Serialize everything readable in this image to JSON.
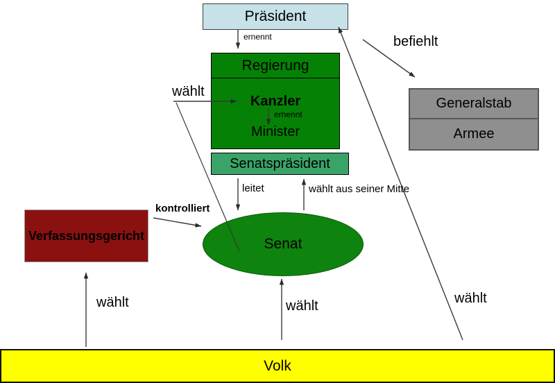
{
  "nodes": {
    "praesident": "Präsident",
    "regierung_title": "Regierung",
    "kanzler": "Kanzler",
    "minister": "Minister",
    "senatspraesident": "Senatspräsident",
    "senat": "Senat",
    "verfassungsgericht": "Verfassungsgericht",
    "generalstab": "Generalstab",
    "armee": "Armee",
    "volk": "Volk"
  },
  "edges": {
    "ernennt_praesident_regierung": "ernennt",
    "ernennt_kanzler_minister": "ernennt",
    "waehlt_senat_kanzler": "wählt",
    "befiehlt_praesident_generalstab": "befiehlt",
    "kontrolliert_verfassungsgericht_senat": "kontrolliert",
    "leitet_senatspraesident_senat": "leitet",
    "waehlt_aus_seiner_mitte": "wählt aus seiner Mitte",
    "waehlt_volk_verfassungsgericht": "wählt",
    "waehlt_volk_senat": "wählt",
    "waehlt_volk_praesident": "wählt"
  },
  "colors": {
    "praesident_fill": "#c6e2e8",
    "regierung_fill": "#058205",
    "senatspraesident_fill": "#3aa368",
    "senat_fill": "#0e830e",
    "verfassungsgericht_fill": "#8b1111",
    "generalstab_fill": "#8f8f8f",
    "volk_fill": "#ffff00",
    "connector_color": "#3a3a3a"
  }
}
